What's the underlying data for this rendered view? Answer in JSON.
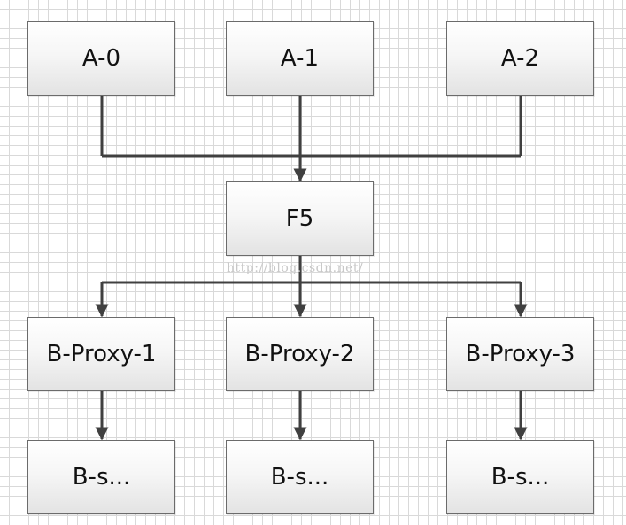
{
  "diagram": {
    "nodes": {
      "a0": "A-0",
      "a1": "A-1",
      "a2": "A-2",
      "f5": "F5",
      "bproxy1": "B-Proxy-1",
      "bproxy2": "B-Proxy-2",
      "bproxy3": "B-Proxy-3",
      "bs1": "B-s...",
      "bs2": "B-s...",
      "bs3": "B-s..."
    },
    "watermark": "http://blog.csdn.net/",
    "colors": {
      "line": "#404040",
      "grid": "#d9d9d9",
      "node_border": "#6b6b6b"
    }
  }
}
